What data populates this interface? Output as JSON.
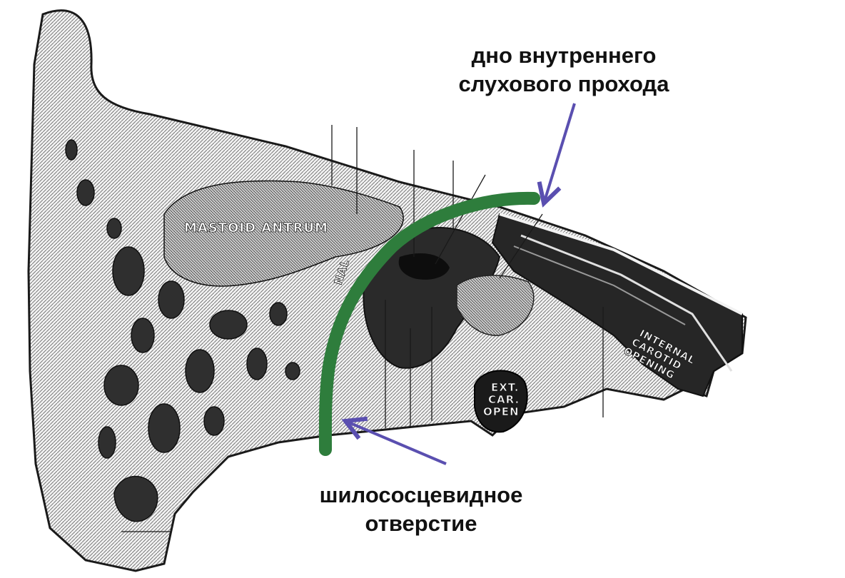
{
  "annotations": {
    "top_label_lines": [
      "дно внутреннего",
      "слухового прохода"
    ],
    "bottom_label_lines": [
      "шилососцевидное",
      "отверстие"
    ]
  },
  "engraving_labels": {
    "mastoid": "MASTOID ANTRUM",
    "internal_carotid": [
      "INTERNAL",
      "CAROTID",
      "OPENING"
    ],
    "ext_car": [
      "EXT.",
      "CAR.",
      "OPEN"
    ],
    "canal_fragment": "NAL"
  },
  "colors": {
    "canal_highlight": "#2e7d3c",
    "arrow": "#5a4fb0",
    "bone_light": "#e8e8e8",
    "bone_dark": "#3a3a3a",
    "cavity": "#262626"
  }
}
